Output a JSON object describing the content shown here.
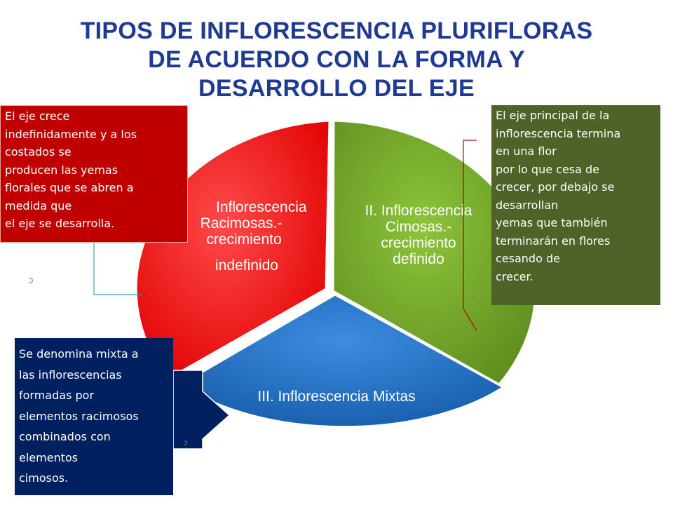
{
  "title": {
    "lines": [
      "TIPOS DE INFLORESCENCIA PLURIFLORAS",
      "DE ACUERDO CON LA FORMA Y",
      "DESARROLLO DEL EJE"
    ]
  },
  "segments": {
    "racimosa": {
      "lines": [
        "Inflorescencia",
        "Racimosas.-",
        "crecimiento",
        "indefinido"
      ],
      "color": "#ff0000"
    },
    "cimosa": {
      "lines": [
        "II. Inflorescencia",
        "Cimosas.-",
        "crecimiento",
        "definido"
      ],
      "color": "#78a22f"
    },
    "mixta": {
      "lines": [
        "III. Inflorescencia Mixtas"
      ],
      "color": "#1f72c4"
    }
  },
  "boxes": {
    "left": {
      "lines": [
        "El eje crece",
        "indefinidamente y a los",
        "costados se",
        "producen las yemas",
        "florales que se abren a",
        "medida que",
        "el eje se desarrolla."
      ],
      "color": "#c00000"
    },
    "right": {
      "lines": [
        "El eje principal de la",
        "inflorescencia termina",
        "en una flor",
        "por lo que cesa de",
        "crecer, por debajo se",
        "desarrollan",
        "yemas que también",
        "terminarán en flores",
        "cesando de",
        "crecer."
      ],
      "color": "#4f6228"
    },
    "bottom": {
      "lines": [
        "Se denomina mixta a",
        "las inflorescencias",
        "formadas por",
        "elementos racimosos",
        "combinados con",
        "elementos",
        "cimosos."
      ],
      "color": "#002060"
    }
  },
  "stray_marks": {
    "left": "ↄ",
    "bottom": "ↄ"
  }
}
